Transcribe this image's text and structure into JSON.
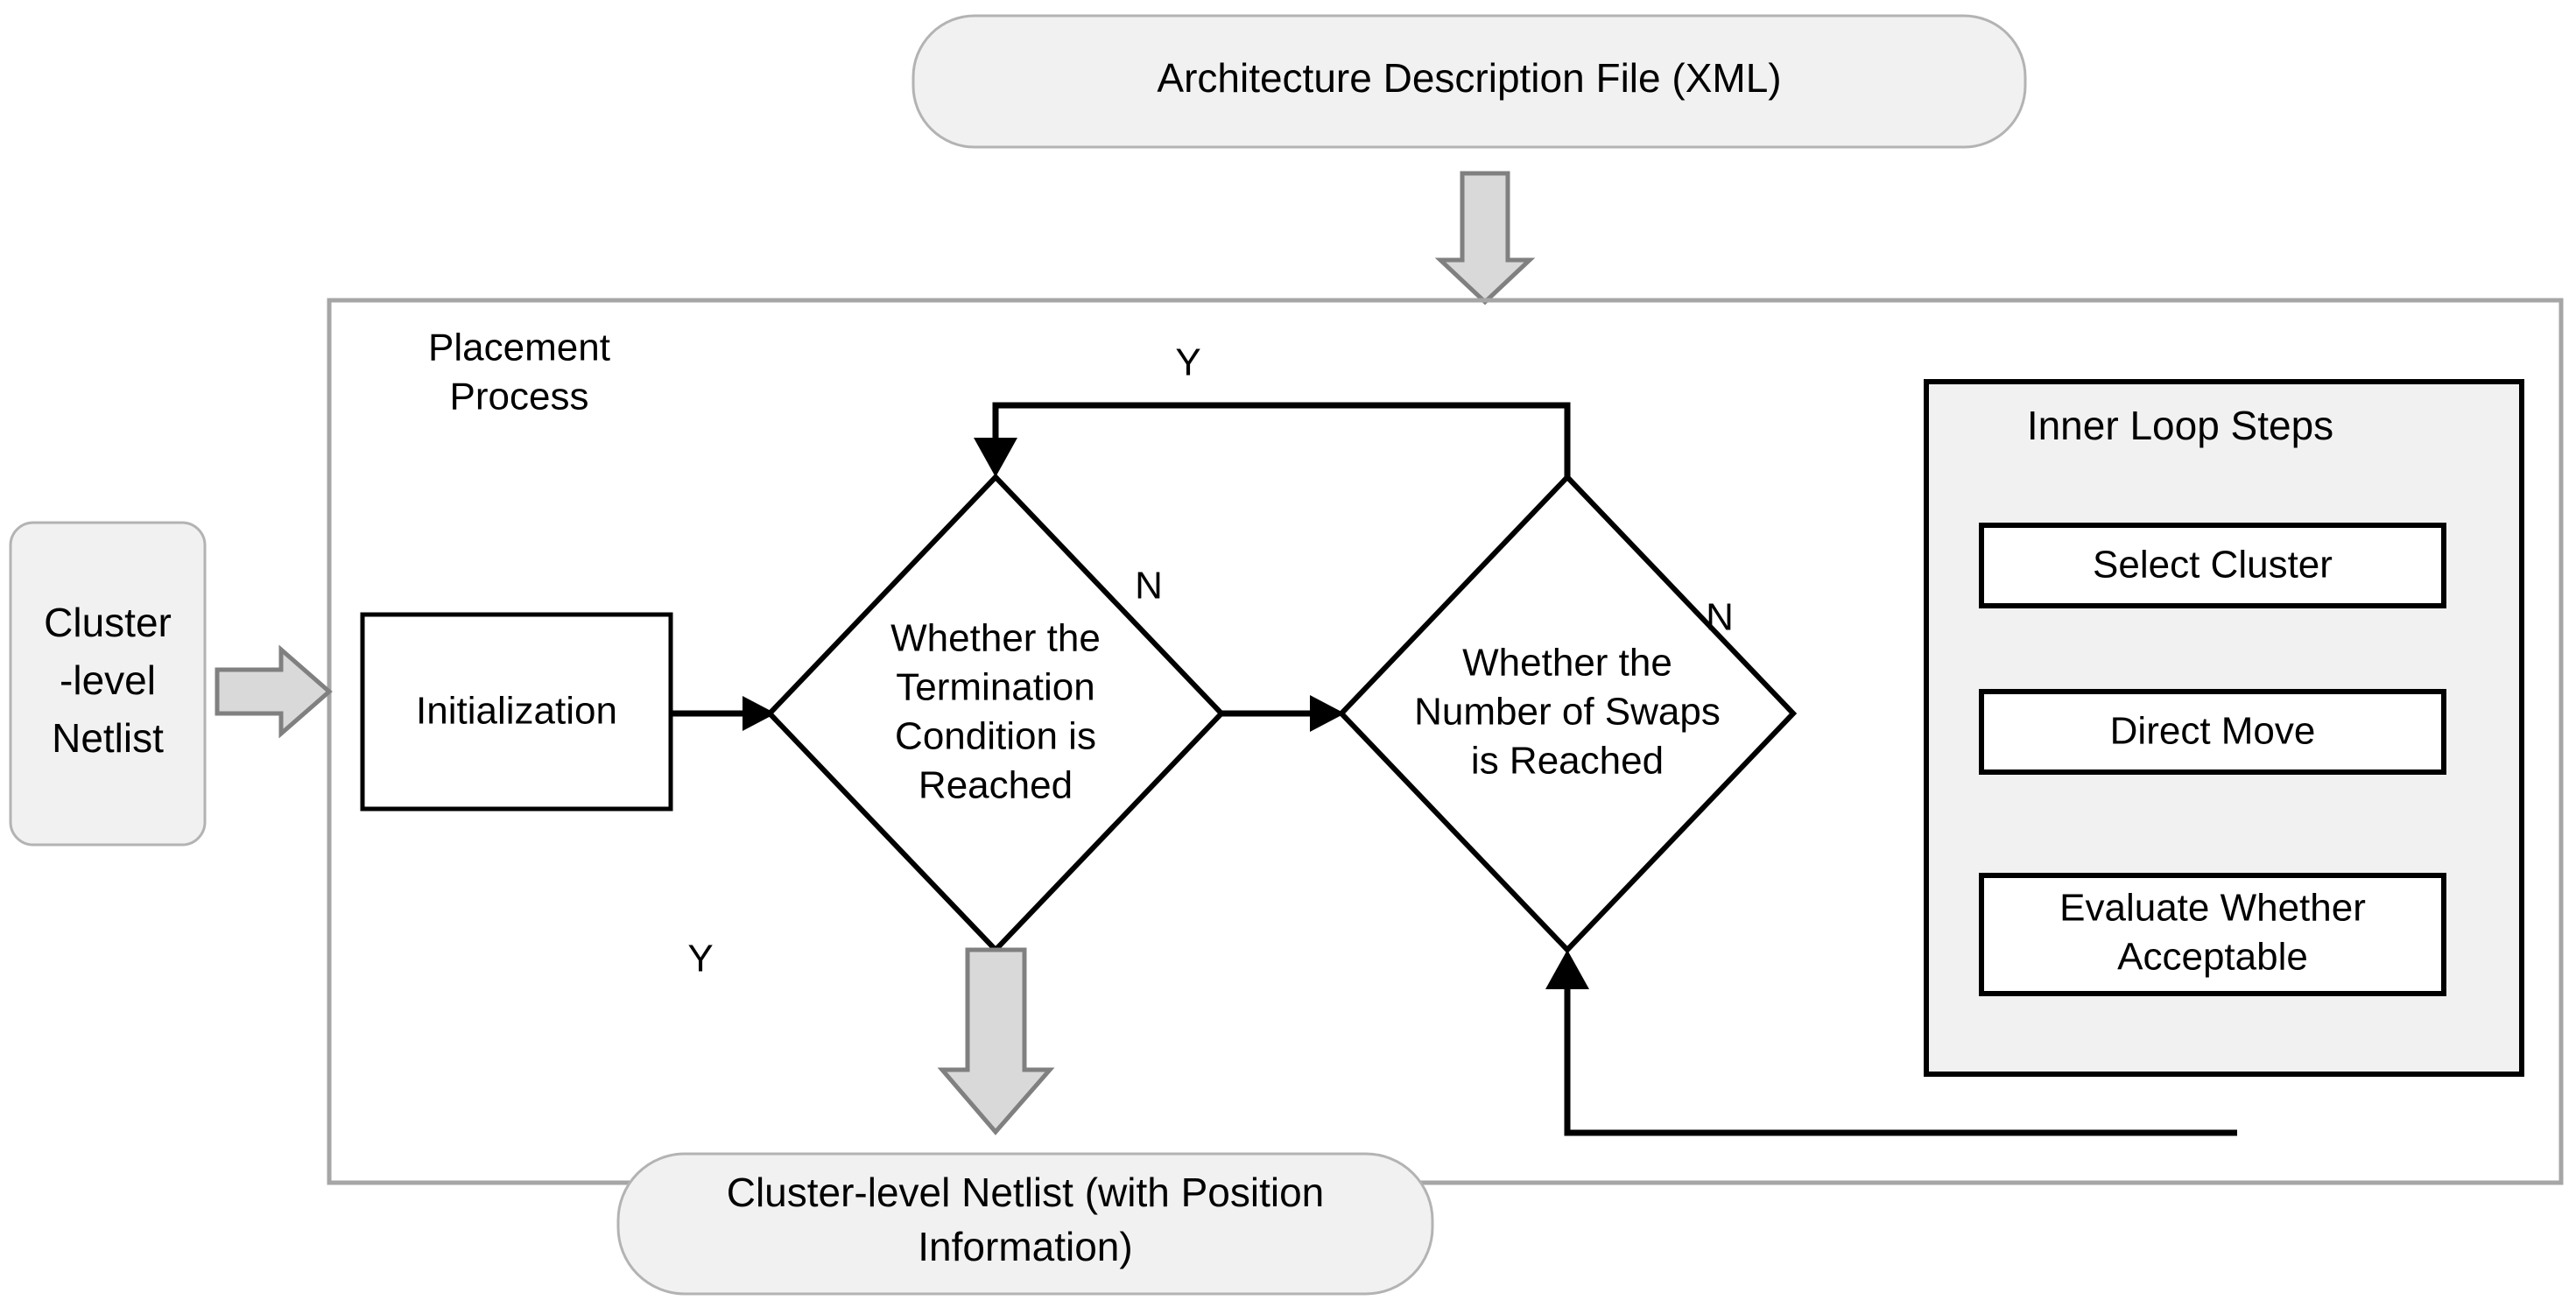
{
  "diagram": {
    "title": "Placement Process Flowchart",
    "colors": {
      "pill_fill": "#f1f1f1",
      "pill_stroke": "#b3b3b3",
      "panel_fill": "#f1f1f1",
      "panel_stroke": "#000000",
      "line": "#000000",
      "block_arrow_fill": "#d9d9d9",
      "block_arrow_stroke": "#808080",
      "container_stroke": "#a6a6a6"
    },
    "inputs": {
      "architecture_file": "Architecture Description File (XML)",
      "cluster_netlist": "Cluster\n-level\nNetlist",
      "cluster_netlist_lines": [
        "Cluster",
        "-level",
        "Netlist"
      ]
    },
    "output": {
      "result_netlist_lines": [
        "Cluster-level Netlist (with Position",
        "Information)"
      ]
    },
    "container": {
      "title_lines": [
        "Placement",
        "Process"
      ]
    },
    "nodes": {
      "initialization": "Initialization",
      "termination_diamond_lines": [
        "Whether the",
        "Termination",
        "Condition is",
        "Reached"
      ],
      "swaps_diamond_lines": [
        "Whether the",
        "Number of Swaps",
        "is Reached"
      ]
    },
    "inner_loop": {
      "title": "Inner Loop Steps",
      "steps": [
        {
          "label": "Select Cluster",
          "lines": [
            "Select Cluster"
          ]
        },
        {
          "label": "Direct Move",
          "lines": [
            "Direct Move"
          ]
        },
        {
          "label": "Evaluate Whether Acceptable",
          "lines": [
            "Evaluate Whether",
            "Acceptable"
          ]
        }
      ]
    },
    "edge_labels": {
      "loop_back_yes": "Y",
      "termination_no": "N",
      "termination_yes": "Y",
      "swaps_no": "N"
    }
  }
}
